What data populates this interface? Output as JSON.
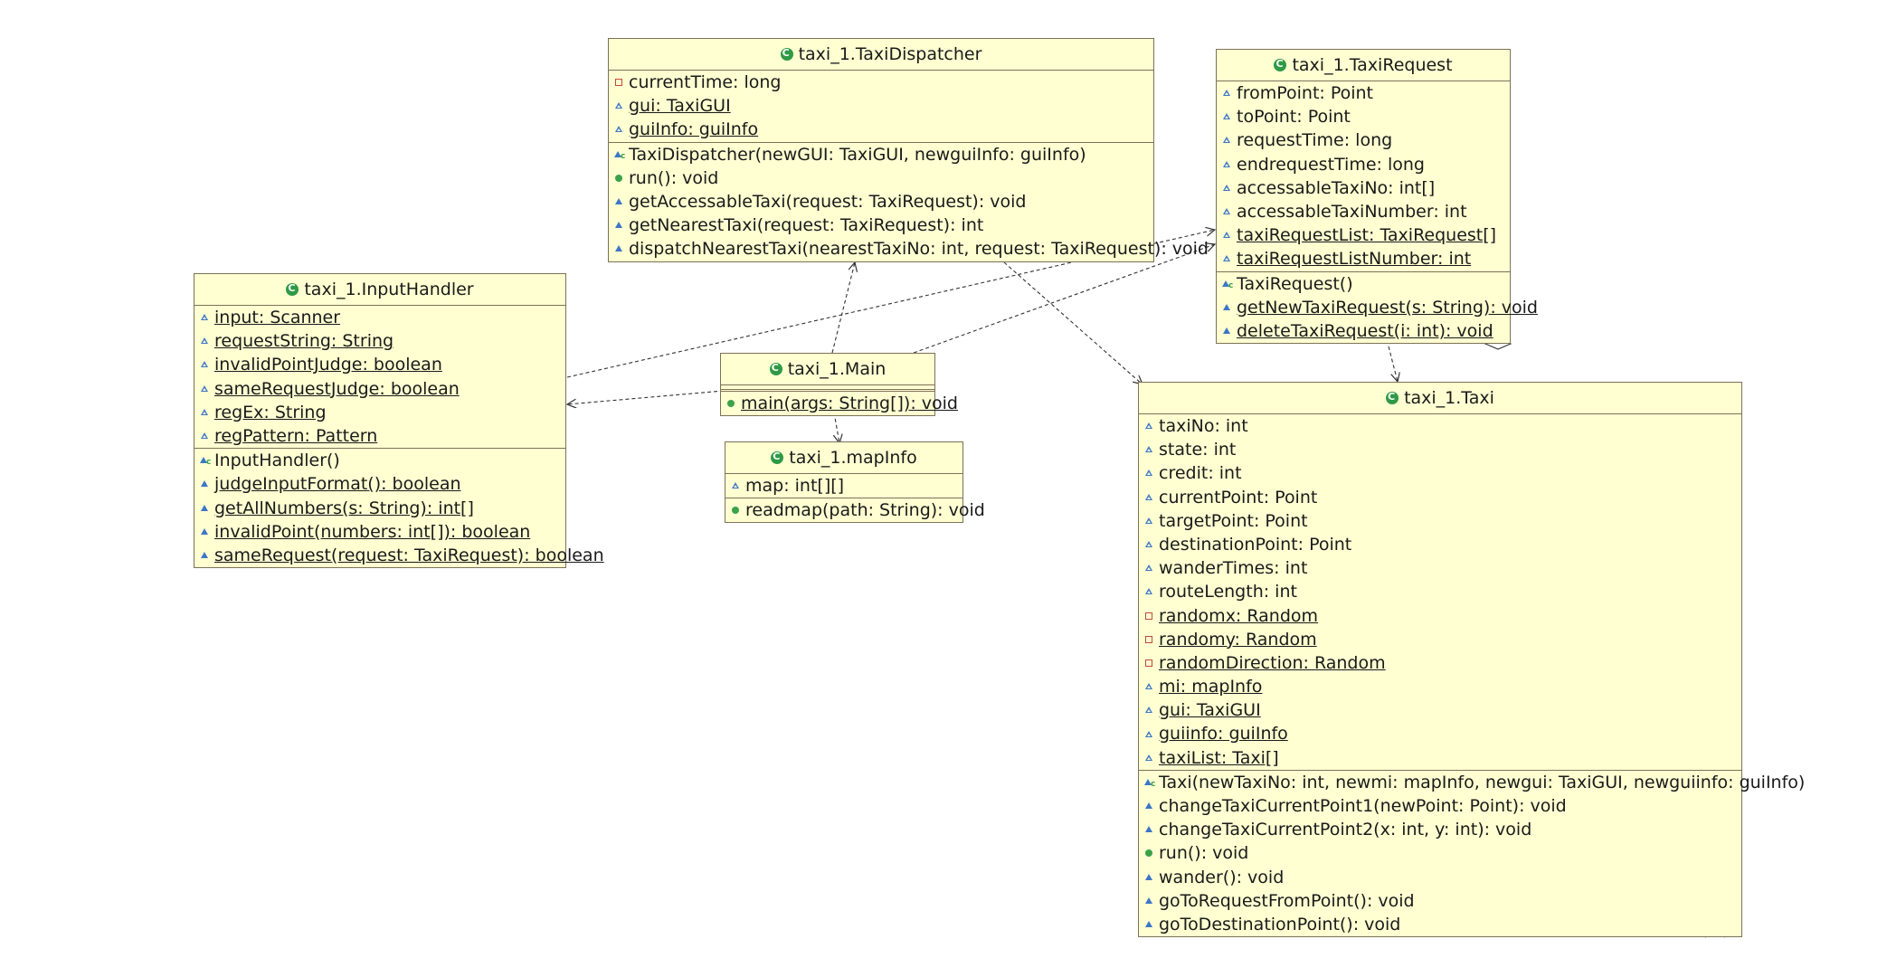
{
  "classes": {
    "dispatcher": {
      "title": "taxi_1.TaxiDispatcher",
      "fields": [
        {
          "vis": "private",
          "text": "currentTime: long",
          "static": false
        },
        {
          "vis": "package",
          "text": "gui: TaxiGUI",
          "static": true
        },
        {
          "vis": "package",
          "text": "guiInfo: guiInfo",
          "static": true
        }
      ],
      "methods": [
        {
          "vis": "ctor",
          "text": "TaxiDispatcher(newGUI: TaxiGUI, newguiInfo: guiInfo)",
          "static": false
        },
        {
          "vis": "public",
          "text": "run(): void",
          "static": false
        },
        {
          "vis": "package-solid",
          "text": "getAccessableTaxi(request: TaxiRequest): void",
          "static": false
        },
        {
          "vis": "package-solid",
          "text": "getNearestTaxi(request: TaxiRequest): int",
          "static": false
        },
        {
          "vis": "package-solid",
          "text": "dispatchNearestTaxi(nearestTaxiNo: int, request: TaxiRequest): void",
          "static": false
        }
      ]
    },
    "request": {
      "title": "taxi_1.TaxiRequest",
      "fields": [
        {
          "vis": "package",
          "text": "fromPoint: Point",
          "static": false
        },
        {
          "vis": "package",
          "text": "toPoint: Point",
          "static": false
        },
        {
          "vis": "package",
          "text": "requestTime: long",
          "static": false
        },
        {
          "vis": "package",
          "text": "endrequestTime: long",
          "static": false
        },
        {
          "vis": "package",
          "text": "accessableTaxiNo: int[]",
          "static": false
        },
        {
          "vis": "package",
          "text": "accessableTaxiNumber: int",
          "static": false
        },
        {
          "vis": "package",
          "text": "taxiRequestList: TaxiRequest[]",
          "static": true
        },
        {
          "vis": "package",
          "text": "taxiRequestListNumber: int",
          "static": true
        }
      ],
      "methods": [
        {
          "vis": "ctor",
          "text": "TaxiRequest()",
          "static": false
        },
        {
          "vis": "package-solid",
          "text": "getNewTaxiRequest(s: String): void",
          "static": true
        },
        {
          "vis": "package-solid",
          "text": "deleteTaxiRequest(i: int): void",
          "static": true
        }
      ]
    },
    "input": {
      "title": "taxi_1.InputHandler",
      "fields": [
        {
          "vis": "package",
          "text": "input: Scanner",
          "static": true
        },
        {
          "vis": "package",
          "text": "requestString: String",
          "static": true
        },
        {
          "vis": "package",
          "text": "invalidPointJudge: boolean",
          "static": true
        },
        {
          "vis": "package",
          "text": "sameRequestJudge: boolean",
          "static": true
        },
        {
          "vis": "package",
          "text": "regEx: String",
          "static": true
        },
        {
          "vis": "package",
          "text": "regPattern: Pattern",
          "static": true
        }
      ],
      "methods": [
        {
          "vis": "ctor",
          "text": "InputHandler()",
          "static": false
        },
        {
          "vis": "package-solid",
          "text": "judgeInputFormat(): boolean",
          "static": true
        },
        {
          "vis": "package-solid",
          "text": "getAllNumbers(s: String): int[]",
          "static": true
        },
        {
          "vis": "package-solid",
          "text": "invalidPoint(numbers: int[]): boolean",
          "static": true
        },
        {
          "vis": "package-solid",
          "text": "sameRequest(request: TaxiRequest): boolean",
          "static": true
        }
      ]
    },
    "main": {
      "title": "taxi_1.Main",
      "fields": [],
      "methods": [
        {
          "vis": "public",
          "text": "main(args: String[]): void",
          "static": true
        }
      ]
    },
    "mapinfo": {
      "title": "taxi_1.mapInfo",
      "fields": [
        {
          "vis": "package",
          "text": "map: int[][]",
          "static": false
        }
      ],
      "methods": [
        {
          "vis": "public",
          "text": "readmap(path: String): void",
          "static": false
        }
      ]
    },
    "taxi": {
      "title": "taxi_1.Taxi",
      "fields": [
        {
          "vis": "package",
          "text": "taxiNo: int",
          "static": false
        },
        {
          "vis": "package",
          "text": "state: int",
          "static": false
        },
        {
          "vis": "package",
          "text": "credit: int",
          "static": false
        },
        {
          "vis": "package",
          "text": "currentPoint: Point",
          "static": false
        },
        {
          "vis": "package",
          "text": "targetPoint: Point",
          "static": false
        },
        {
          "vis": "package",
          "text": "destinationPoint: Point",
          "static": false
        },
        {
          "vis": "package",
          "text": "wanderTimes: int",
          "static": false
        },
        {
          "vis": "package",
          "text": "routeLength: int",
          "static": false
        },
        {
          "vis": "private",
          "text": "randomx: Random",
          "static": true
        },
        {
          "vis": "private",
          "text": "randomy: Random",
          "static": true
        },
        {
          "vis": "private",
          "text": "randomDirection: Random",
          "static": true
        },
        {
          "vis": "package",
          "text": "mi: mapInfo",
          "static": true
        },
        {
          "vis": "package",
          "text": "gui: TaxiGUI",
          "static": true
        },
        {
          "vis": "package",
          "text": "guiinfo: guiInfo",
          "static": true
        },
        {
          "vis": "package",
          "text": "taxiList: Taxi[]",
          "static": true
        }
      ],
      "methods": [
        {
          "vis": "ctor",
          "text": "Taxi(newTaxiNo: int, newmi: mapInfo, newgui: TaxiGUI, newguiinfo: guiInfo)",
          "static": false
        },
        {
          "vis": "package-solid",
          "text": "changeTaxiCurrentPoint1(newPoint: Point): void",
          "static": false
        },
        {
          "vis": "package-solid",
          "text": "changeTaxiCurrentPoint2(x: int, y: int): void",
          "static": false
        },
        {
          "vis": "public",
          "text": "run(): void",
          "static": false
        },
        {
          "vis": "package-solid",
          "text": "wander(): void",
          "static": false
        },
        {
          "vis": "package-solid",
          "text": "goToRequestFromPoint(): void",
          "static": false
        },
        {
          "vis": "package-solid",
          "text": "goToDestinationPoint(): void",
          "static": false
        }
      ]
    }
  }
}
